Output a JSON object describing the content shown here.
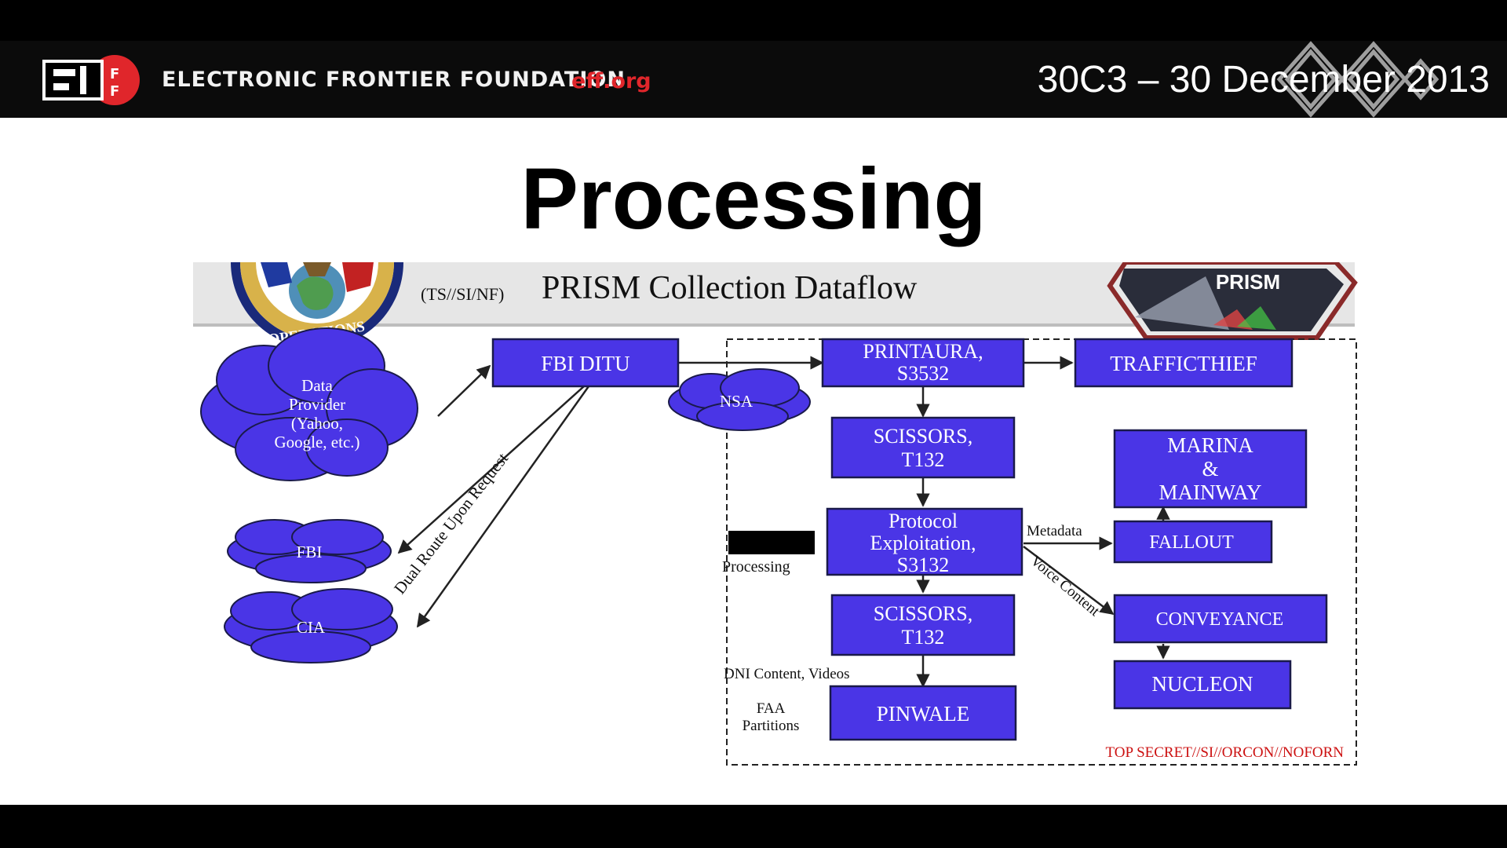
{
  "header": {
    "org_name": "ELECTRONIC FRONTIER FOUNDATION",
    "org_url": "eff.org",
    "event": "30C3 – 30 December 2013",
    "logo_letters": "EFF"
  },
  "slide": {
    "title": "Processing"
  },
  "diagram": {
    "classification_prefix": "(TS//SI/NF)",
    "title": "PRISM Collection Dataflow",
    "seal_text": "OPERATIONS",
    "prism_badge": "PRISM",
    "nodes": {
      "data_provider": [
        "Data",
        "Provider",
        "(Yahoo,",
        "Google, etc.)"
      ],
      "fbi_ditu": "FBI DITU",
      "nsa": "NSA",
      "fbi": "FBI",
      "cia": "CIA",
      "printaura": [
        "PRINTAURA,",
        "S3532"
      ],
      "trafficthief": "TRAFFICTHIEF",
      "scissors_1": [
        "SCISSORS,",
        "T132"
      ],
      "marina": [
        "MARINA",
        "&",
        "MAINWAY"
      ],
      "protocol": [
        "Protocol",
        "Exploitation,",
        "S3132"
      ],
      "fallout": "FALLOUT",
      "scissors_2": [
        "SCISSORS,",
        "T132"
      ],
      "conveyance": "CONVEYANCE",
      "nucleon": "NUCLEON",
      "pinwale": "PINWALE"
    },
    "labels": {
      "dual_route": "Dual Route Upon Request",
      "processing": "Processing",
      "metadata": "Metadata",
      "voice_content": "Voice Content",
      "dni_content": "DNI Content, Videos",
      "faa": [
        "FAA",
        "Partitions"
      ],
      "classification_footer": "TOP SECRET//SI//ORCON//NOFORN"
    },
    "colors": {
      "box_fill": "#4a35e6",
      "box_border": "#1a1a4a",
      "classification_red": "#cc1111"
    }
  }
}
